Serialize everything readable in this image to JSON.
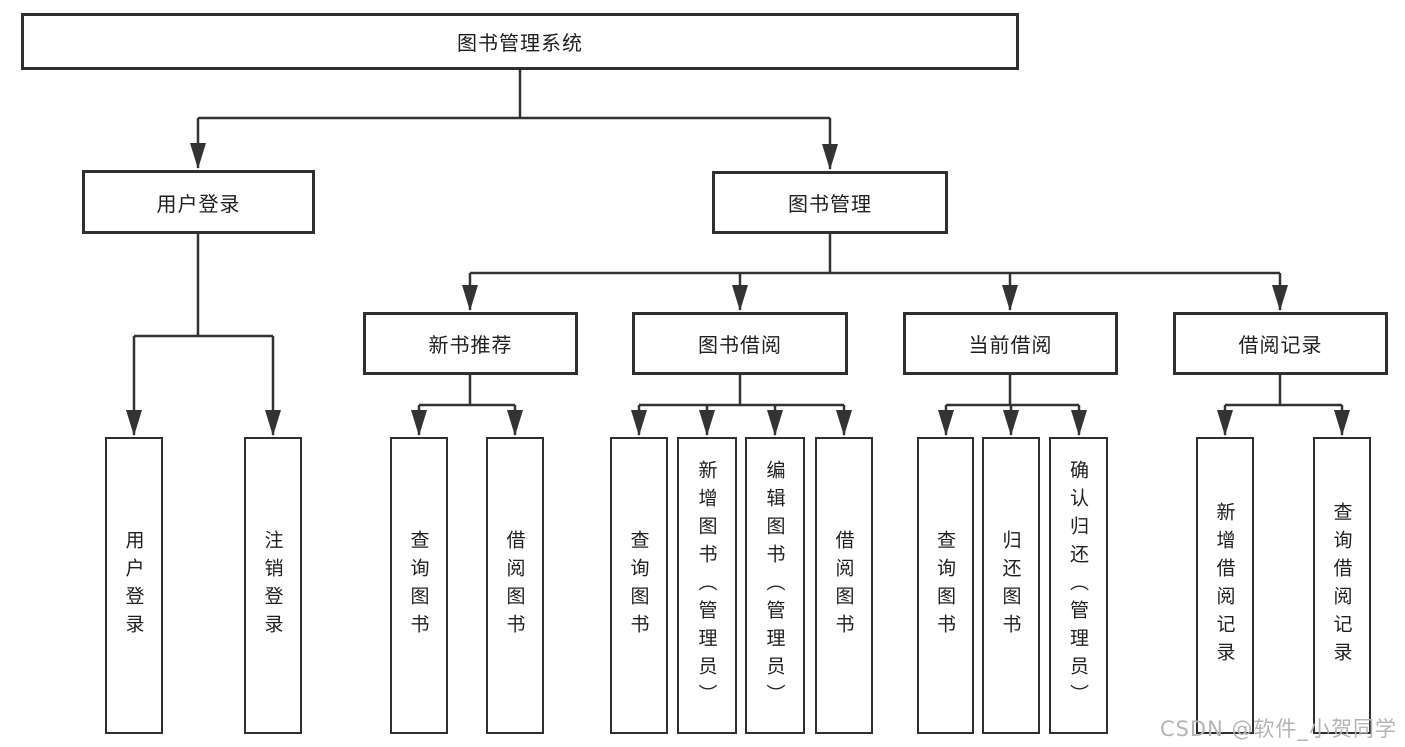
{
  "diagram": {
    "root": {
      "label": "图书管理系统"
    },
    "level2": [
      {
        "label": "用户登录"
      },
      {
        "label": "图书管理"
      }
    ],
    "level3": [
      {
        "label": "新书推荐"
      },
      {
        "label": "图书借阅"
      },
      {
        "label": "当前借阅"
      },
      {
        "label": "借阅记录"
      }
    ],
    "leaves": [
      {
        "label": "用户登录"
      },
      {
        "label": "注销登录"
      },
      {
        "label": "查询图书"
      },
      {
        "label": "借阅图书"
      },
      {
        "label": "查询图书"
      },
      {
        "label": "新增图书（管理员）"
      },
      {
        "label": "编辑图书（管理员）"
      },
      {
        "label": "借阅图书"
      },
      {
        "label": "查询图书"
      },
      {
        "label": "归还图书"
      },
      {
        "label": "确认归还（管理员）"
      },
      {
        "label": "新增借阅记录"
      },
      {
        "label": "查询借阅记录"
      }
    ]
  },
  "watermark": {
    "text": "CSDN @软件_小贺同学"
  },
  "colors": {
    "line": "#333333",
    "box_border": "#2f2f2f",
    "text": "#1f1f1f",
    "watermark": "#b4b4b8",
    "background": "#ffffff"
  }
}
